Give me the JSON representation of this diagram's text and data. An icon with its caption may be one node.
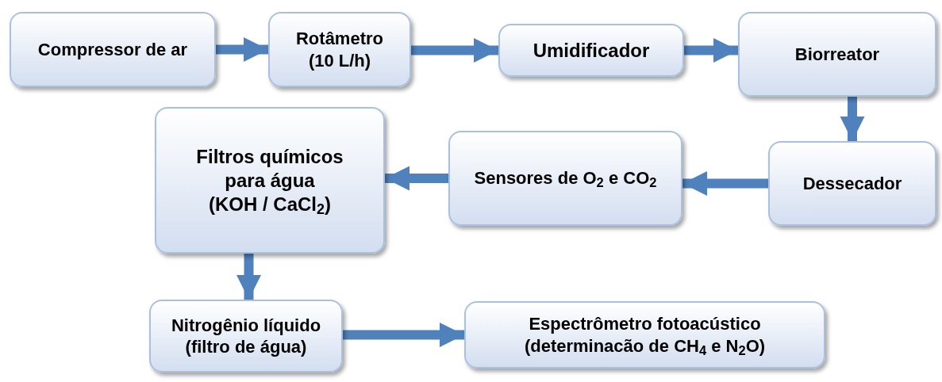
{
  "diagram": {
    "nodes": [
      {
        "text": [
          "Compressor de ar"
        ]
      },
      {
        "text": [
          "Rotâmetro",
          "(10 L/h)"
        ]
      },
      {
        "text": [
          "Umidificador"
        ]
      },
      {
        "text": [
          "Biorreator"
        ]
      },
      {
        "text": [
          "Dessecador"
        ]
      },
      {
        "text": [
          "Sensores de O$_{2}$ e CO$_{2}$"
        ]
      },
      {
        "text": [
          "Filtros químicos para água",
          "(KOH / CaCl$_{2}$)"
        ]
      },
      {
        "text": [
          "Nitrogênio líquido",
          "(filtro de água)"
        ]
      },
      {
        "text": [
          "Espectrômetro fotoacústico",
          "(determinacão de CH$_{4}$ e N$_{2}$O)"
        ]
      }
    ],
    "edges": [
      {
        "from": 0,
        "to": 1,
        "arrow": "to"
      },
      {
        "from": 1,
        "to": 2,
        "arrow": "to"
      },
      {
        "from": 2,
        "to": 3,
        "arrow": "to"
      },
      {
        "from": 3,
        "to": 4,
        "arrow": "to"
      },
      {
        "from": 4,
        "to": 5,
        "arrow": "to"
      },
      {
        "from": 5,
        "to": 6,
        "arrow": "to"
      },
      {
        "from": 6,
        "to": 7,
        "arrow": "to"
      },
      {
        "from": 7,
        "to": 8,
        "arrow": "to"
      }
    ]
  }
}
